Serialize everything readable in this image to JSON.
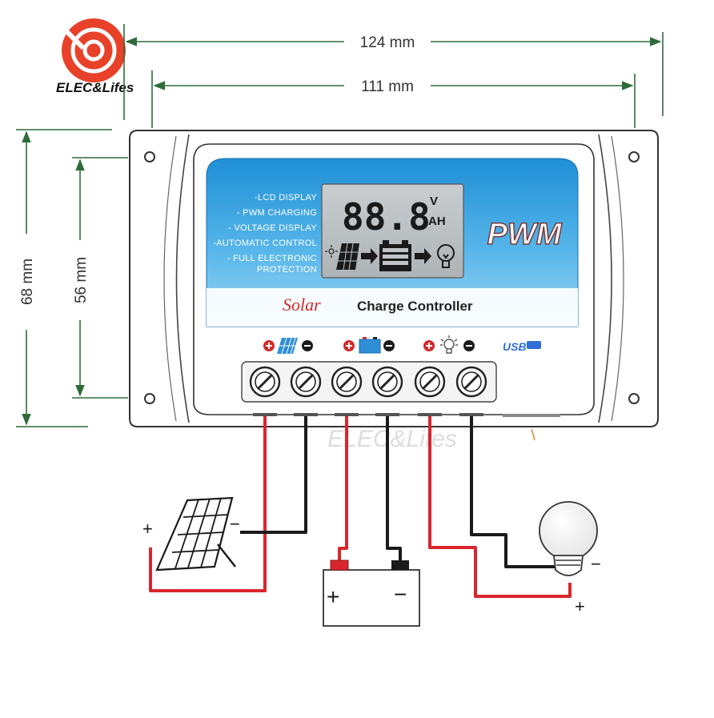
{
  "brand": {
    "name": "ELEC&Lifes",
    "watermark": "ELEC&Lifes"
  },
  "dimensions": {
    "outer_width": "124 mm",
    "inner_width": "111 mm",
    "outer_height": "68 mm",
    "inner_height": "56 mm"
  },
  "panel": {
    "features": [
      "-LCD DISPLAY",
      "- PWM CHARGING",
      "- VOLTAGE DISPLAY",
      "-AUTOMATIC CONTROL",
      "- FULL ELECTRONIC",
      "PROTECTION"
    ],
    "lcd": {
      "digits": "88.8",
      "unit_top": "V",
      "unit_bottom": "AH"
    },
    "logo": "PWM",
    "title_script": "Solar",
    "title": "Charge Controller",
    "usb_label": "USB"
  },
  "terminals": {
    "groups": [
      {
        "device": "solar",
        "plus": "+",
        "minus": "−"
      },
      {
        "device": "battery",
        "plus": "+",
        "minus": "−"
      },
      {
        "device": "load",
        "plus": "+",
        "minus": "−"
      }
    ]
  },
  "wiring": {
    "solar": {
      "plus": "+",
      "minus": "−"
    },
    "battery": {
      "plus": "+",
      "minus": "−"
    },
    "lamp": {
      "plus": "+",
      "minus": "−"
    }
  },
  "colors": {
    "panel_blue": "#2f9fdc",
    "wire_red": "#d9262e",
    "wire_black": "#1a1a1a",
    "dimension_green": "#2e6b3a",
    "brand_orange": "#e8412a"
  }
}
